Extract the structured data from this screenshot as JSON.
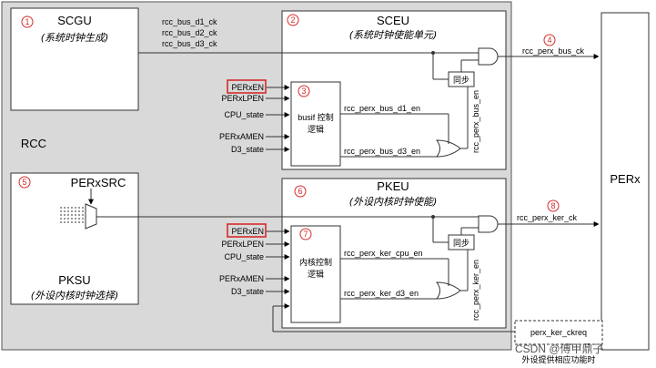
{
  "numbers": {
    "n1": "1",
    "n2": "2",
    "n3": "3",
    "n4": "4",
    "n5": "5",
    "n6": "6",
    "n7": "7",
    "n8": "8"
  },
  "blocks": {
    "scgu": {
      "title": "SCGU",
      "subtitle": "(系统时钟生成)"
    },
    "sceu": {
      "title": "SCEU",
      "subtitle": "(系统时钟使能单元)"
    },
    "rcc": {
      "title": "RCC"
    },
    "pksu": {
      "title": "PKSU",
      "subtitle": "(外设内核时钟选择)",
      "src_label": "PERxSRC"
    },
    "pkeu": {
      "title": "PKEU",
      "subtitle": "(外设内核时钟使能)"
    },
    "perx": {
      "title": "PERx"
    }
  },
  "logic": {
    "busif": {
      "line1": "busif 控制",
      "line2": "逻辑"
    },
    "kernel": {
      "line1": "内核控制",
      "line2": "逻辑"
    },
    "sync": "同步"
  },
  "signals": {
    "bus_d1": "rcc_bus_d1_ck",
    "bus_d2": "rcc_bus_d2_ck",
    "bus_d3": "rcc_bus_d3_ck",
    "perx_bus_ck": "rcc_perx_bus_ck",
    "bus_d1_en": "rcc_perx_bus_d1_en",
    "bus_d3_en": "rcc_perx_bus_d3_en",
    "bus_en": "rcc_perx_bus_en",
    "perx_ker_ck": "rcc_perx_ker_ck",
    "ker_cpu_en": "rcc_perx_ker_cpu_en",
    "ker_d3_en": "rcc_perx_ker_d3_en",
    "ker_en": "rcc_perx_ker_en",
    "ker_ckreq": "perx_ker_ckreq",
    "ckreq_note": "外设提供相应功能时"
  },
  "inputs_top": [
    "PERxEN",
    "PERxLPEN",
    "CPU_state",
    "PERxAMEN",
    "D3_state"
  ],
  "inputs_bottom": [
    "PERxEN",
    "PERxLPEN",
    "CPU_state",
    "PERxAMEN",
    "D3_state"
  ],
  "watermark": "CSDN @傅甲鼎子"
}
